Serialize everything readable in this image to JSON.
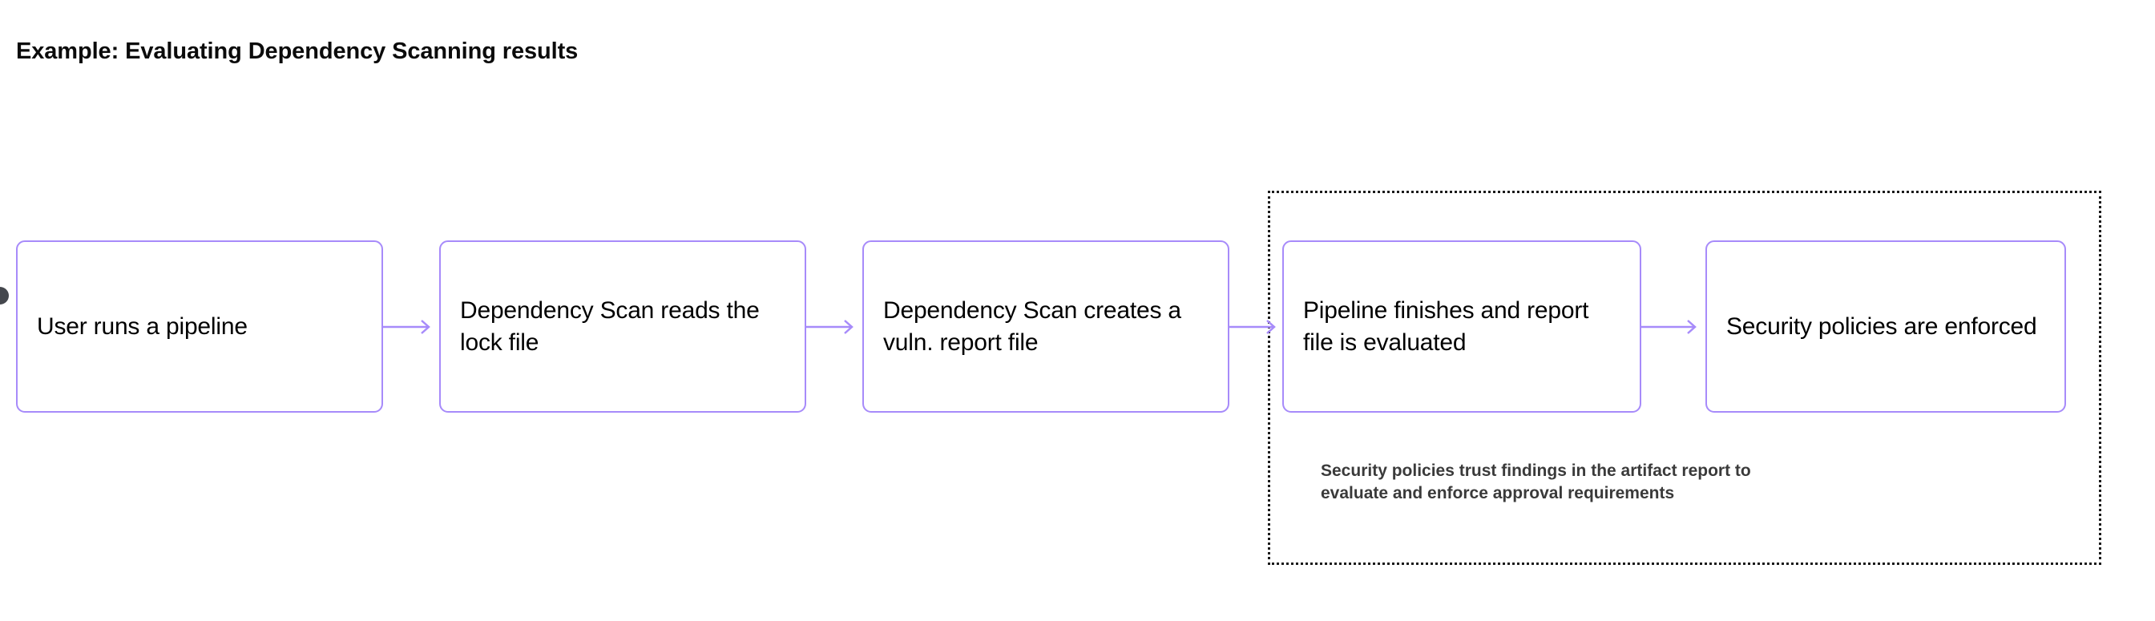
{
  "page": {
    "title": "Example: Evaluating Dependency Scanning results",
    "background_color": "#ffffff"
  },
  "theme": {
    "node_border_color": "#a78bfa",
    "node_fill_color": "#ffffff",
    "node_text_color": "#000000",
    "edge_color": "#a78bfa",
    "group_border_color": "#1a1a1a",
    "caption_color": "#3a3a3a",
    "title_color": "#0b0b0b",
    "handle_color": "#44474d"
  },
  "diagram": {
    "type": "flowchart",
    "direction": "left-to-right",
    "nodes": [
      {
        "id": "node-1",
        "label": "User runs a pipeline"
      },
      {
        "id": "node-2",
        "label": "Dependency Scan reads the lock file"
      },
      {
        "id": "node-3",
        "label": "Dependency Scan creates a vuln. report file"
      },
      {
        "id": "node-4",
        "label": "Pipeline finishes and report file is evaluated"
      },
      {
        "id": "node-5",
        "label": "Security policies are enforced"
      }
    ],
    "edges": [
      {
        "id": "edge-1",
        "from": "node-1",
        "to": "node-2",
        "arrow": "arrow-right-icon"
      },
      {
        "id": "edge-2",
        "from": "node-2",
        "to": "node-3",
        "arrow": "arrow-right-icon"
      },
      {
        "id": "edge-3",
        "from": "node-3",
        "to": "node-4",
        "arrow": "arrow-right-icon"
      },
      {
        "id": "edge-4",
        "from": "node-4",
        "to": "node-5",
        "arrow": "arrow-right-icon"
      }
    ],
    "group": {
      "id": "group-1",
      "border_style": "dotted",
      "contains": [
        "node-4",
        "node-5"
      ],
      "caption_line_1": "Security policies trust findings in the artifact report to",
      "caption_line_2": "evaluate and enforce approval requirements"
    },
    "handle": {
      "id": "source-handle",
      "icon": "connection-handle-icon"
    }
  }
}
